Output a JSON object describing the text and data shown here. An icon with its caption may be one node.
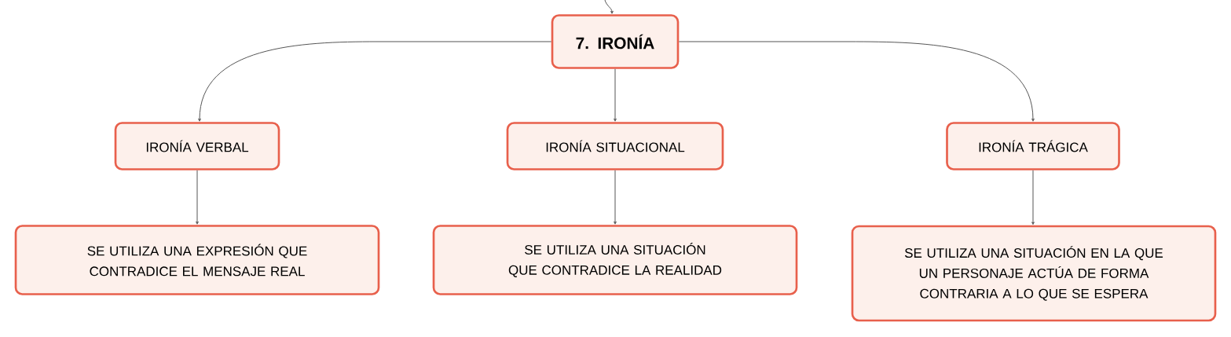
{
  "diagram": {
    "nodes": [
      {
        "text": [
          "7. IRONÍA"
        ]
      },
      {
        "text": [
          "IRONÍA VERBAL"
        ]
      },
      {
        "text": [
          "IRONÍA SITUACIONAL"
        ]
      },
      {
        "text": [
          "IRONÍA TRÁGICA"
        ]
      },
      {
        "text": [
          "SE UTILIZA UNA EXPRESIÓN QUE CONTRADICE EL MENSAJE REAL"
        ]
      },
      {
        "text": [
          "SE UTILIZA UNA SITUACIÓN QUE CONTRADICE LA REALIDAD"
        ]
      },
      {
        "text": [
          "SE UTILIZA UNA SITUACIÓN EN LA QUE UN PERSONAJE ACTÚA DE FORMA CONTRARIA A LO QUE SE ESPERA"
        ]
      }
    ],
    "edges": [
      {
        "from": null,
        "to": 0,
        "arrow": "to"
      },
      {
        "from": 0,
        "to": 1,
        "arrow": "to"
      },
      {
        "from": 0,
        "to": 2,
        "arrow": "to"
      },
      {
        "from": 0,
        "to": 3,
        "arrow": "to"
      },
      {
        "from": 1,
        "to": 4,
        "arrow": "to"
      },
      {
        "from": 2,
        "to": 5,
        "arrow": "to"
      },
      {
        "from": 3,
        "to": 6,
        "arrow": "to"
      }
    ]
  }
}
